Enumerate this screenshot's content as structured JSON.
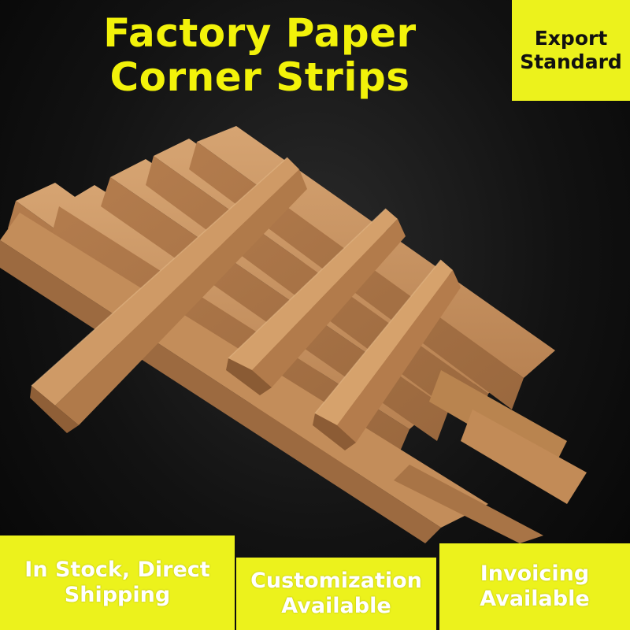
{
  "title_line1": "Factory Paper",
  "title_line2": "Corner Strips",
  "badge_line1": "Export",
  "badge_line2": "Standard",
  "tags": [
    {
      "line1": "In Stock, Direct",
      "line2": "Shipping"
    },
    {
      "line1": "Customization",
      "line2": "Available"
    },
    {
      "line1": "Invoicing",
      "line2": "Available"
    }
  ],
  "colors": {
    "accent": "#ecf21c",
    "kraft": "#c8935e",
    "background": "#0a0a0a"
  }
}
